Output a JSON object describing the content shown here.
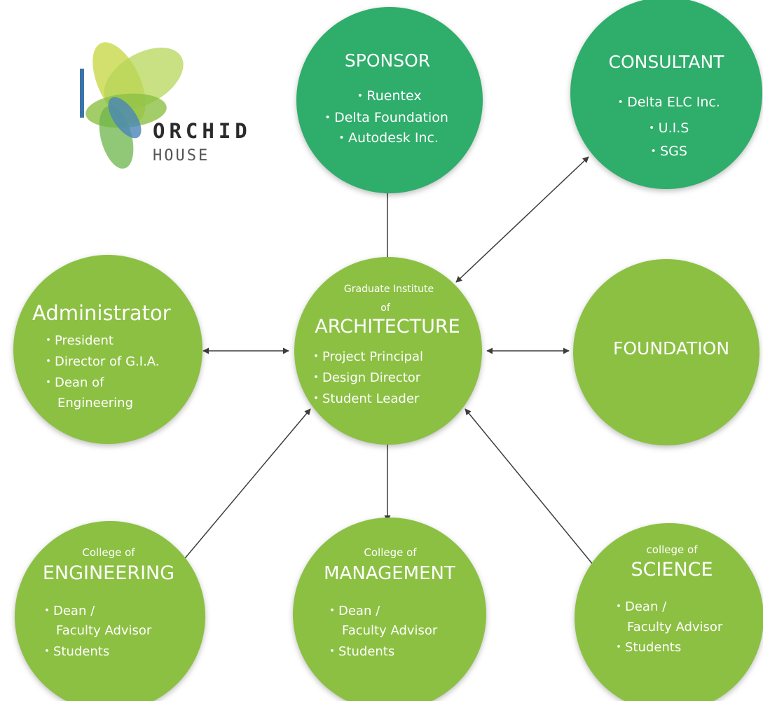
{
  "logo": {
    "word1": "ORCHID",
    "word2": "HOUSE"
  },
  "colors": {
    "sponsor_fill": "#2fad6b",
    "green_fill": "#8cc043",
    "connector": "#3c3c3c",
    "logo_text_dark": "#2b2b2b",
    "logo_text_light": "#555555",
    "logo_bar": "#3a74a9"
  },
  "nodes": {
    "sponsor": {
      "title": "SPONSOR",
      "items": [
        "・Ruentex",
        "・Delta Foundation",
        "・Autodesk Inc."
      ]
    },
    "consultant": {
      "title": "CONSULTANT",
      "items": [
        "・Delta ELC Inc.",
        "・U.I.S",
        "・SGS"
      ]
    },
    "administrator": {
      "title": "Administrator",
      "items": [
        "・President",
        "・Director of G.I.A.",
        "・Dean of",
        "Engineering"
      ]
    },
    "architecture": {
      "subtitle1": "Graduate Institute",
      "subtitle2": "of",
      "title": "ARCHITECTURE",
      "items": [
        "・Project Principal",
        "・Design Director",
        "・Student Leader"
      ]
    },
    "foundation": {
      "title": "FOUNDATION"
    },
    "engineering": {
      "subtitle": "College of",
      "title": "ENGINEERING",
      "items": [
        "・Dean /",
        "Faculty Advisor",
        "・Students"
      ]
    },
    "management": {
      "subtitle": "College of",
      "title": "MANAGEMENT",
      "items": [
        "・Dean /",
        "Faculty Advisor",
        "・Students"
      ]
    },
    "science": {
      "subtitle": "college of",
      "title": "SCIENCE",
      "items": [
        "・Dean /",
        "Faculty Advisor",
        "・Students"
      ]
    }
  }
}
